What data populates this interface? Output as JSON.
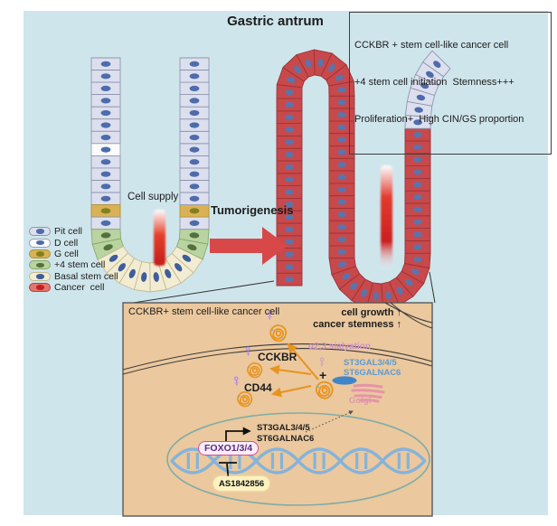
{
  "title": "Gastric antrum",
  "info_box": {
    "lines": [
      "CCKBR + stem cell-like cancer cell",
      "+4 stem cell initiation  Stemness+++",
      "Proliferation+  High CIN/GS proportion"
    ]
  },
  "labels": {
    "cell_supply": "Cell supply",
    "tumorigenesis": "Tumorigenesis"
  },
  "legend": {
    "items": [
      {
        "type": "pit",
        "label": "Pit cell"
      },
      {
        "type": "d",
        "label": "D cell"
      },
      {
        "type": "g",
        "label": "G cell"
      },
      {
        "type": "stem",
        "label": "+4 stem cell"
      },
      {
        "type": "basal",
        "label": "Basal stem cell"
      },
      {
        "type": "cancer",
        "label": "Cancer  cell"
      }
    ]
  },
  "panel": {
    "title": "CCKBR+ stem cell-like cancer cell",
    "cell_growth": "cell growth ↑",
    "cancer_stemness": "cancer stemness ↑",
    "sialylation": "α2,3 sialyation",
    "receptor_1": "CCKBR",
    "receptor_2": "CD44",
    "plus": "+",
    "enzyme_1": "ST3GAL3/4/5",
    "enzyme_2": "ST6GALNAC6",
    "golgi": "Golgi",
    "gene_1": "ST3GAL3/4/5",
    "gene_2": "ST6GALNAC6",
    "tf": "FOXO1/3/4",
    "inhibitor": "AS1842856"
  },
  "palette": {
    "background": "#cfe5ec",
    "panel_bg": "#ebc89e",
    "arrow_red": "#d94848",
    "orange": "#e8931d",
    "enzyme_blue": "#5b9bd5",
    "sialylation_pink": "#cf93c6",
    "golgi_pink": "#e594a8",
    "golgi_blue": "#3f86c8",
    "nucleus_border": "#7fada7",
    "helix_blue": "#85b3da",
    "foxo_border": "#cf4f9e",
    "cells": {
      "pit": {
        "fill": "#dcdfee",
        "stroke": "#8e95ad",
        "nucleus": "#4e6cab"
      },
      "d": {
        "fill": "#fbfbfb",
        "stroke": "#9aa0a8",
        "nucleus": "#4e6cab"
      },
      "g": {
        "fill": "#d9b256",
        "stroke": "#b29032",
        "nucleus": "#83801f"
      },
      "stem": {
        "fill": "#b9d4a0",
        "stroke": "#88a96b",
        "nucleus": "#55703c"
      },
      "basal": {
        "fill": "#f2ecd2",
        "stroke": "#c5bb8f",
        "nucleus": "#3f5d9a"
      },
      "cancer": {
        "fill": "#c8494b",
        "stroke": "#9e3336",
        "nucleus": "#5b74ab",
        "legendFill": "#e2766e",
        "legendStroke": "#b5413c",
        "legendDot": "#c61f1f"
      }
    }
  },
  "glands": {
    "left_cells": [
      {
        "t": "pit",
        "n": 7
      },
      {
        "t": "d",
        "n": 1
      },
      {
        "t": "pit",
        "n": 4
      },
      {
        "t": "g",
        "n": 1
      },
      {
        "t": "pit",
        "n": 1
      },
      {
        "t": "stem",
        "n": 2
      },
      {
        "t": "basal",
        "n": 8
      },
      {
        "t": "stem",
        "n": 2
      },
      {
        "t": "pit",
        "n": 1
      },
      {
        "t": "g",
        "n": 1
      },
      {
        "t": "pit",
        "n": 12
      }
    ],
    "right_cells": [
      {
        "t": "cancer",
        "n": 56
      },
      {
        "t": "pit",
        "n": 6
      }
    ]
  }
}
